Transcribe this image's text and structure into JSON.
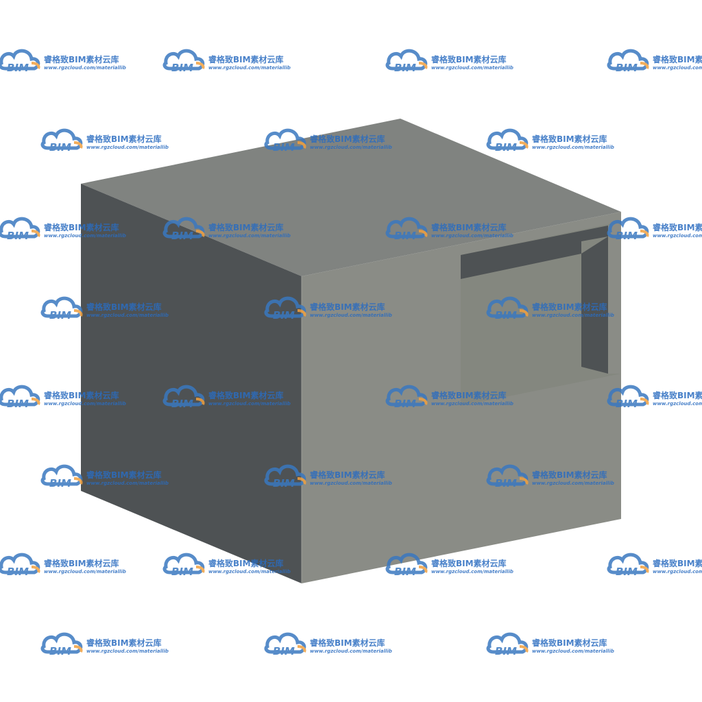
{
  "model": {
    "name": "box-with-side-opening",
    "colors": {
      "top_face": "#808380",
      "left_face": "#4e5254",
      "front_face": "#8a8c86",
      "opening_recess": "#84877f",
      "opening_shadow": "#4e5254",
      "edge_highlight": "#9c9e98"
    }
  },
  "watermark": {
    "logo_text": "BIM",
    "brand_text": "睿格致BIM素材云库",
    "url_text": "www.rgzcloud.com/materiallib",
    "colors": {
      "cloud_blue": "#3a78c0",
      "cloud_orange": "#f0a040",
      "text_blue": "#2a6cc0"
    }
  }
}
